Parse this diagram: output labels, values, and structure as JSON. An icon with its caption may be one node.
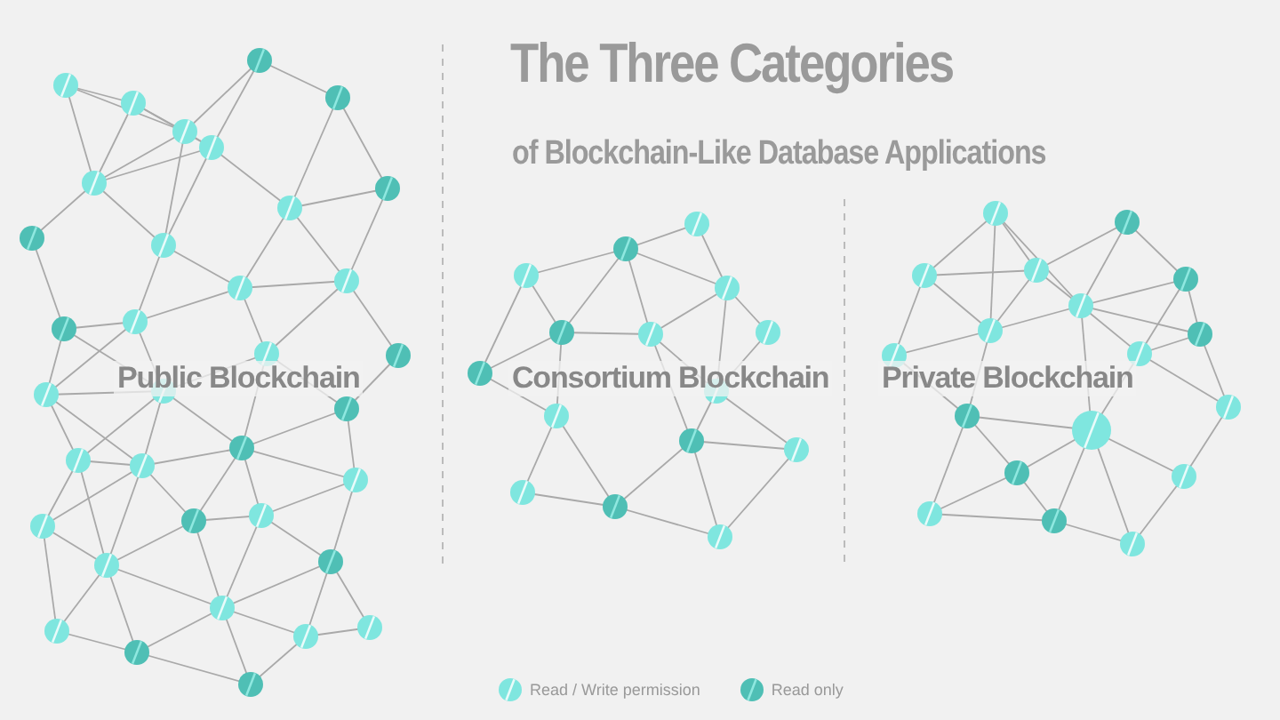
{
  "diagram": {
    "title": "The Three Categories",
    "labels": [
      "of Blockchain-Like Database Applications",
      "Public Blockchain",
      "Consortium Blockchain",
      "Private Blockchain"
    ],
    "legend": [
      {
        "text": "Read / Write permission"
      },
      {
        "text": "Read only"
      }
    ]
  }
}
